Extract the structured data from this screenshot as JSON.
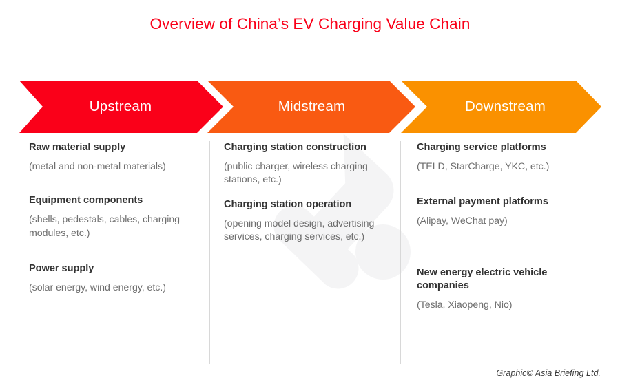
{
  "title": "Overview of China’s EV Charging Value Chain",
  "colors": {
    "title": "#fa0019",
    "upstream": "#fa0019",
    "midstream": "#f95a12",
    "downstream": "#fa9100",
    "heading_text": "#333333",
    "sub_text": "#6e6e6e",
    "divider": "#d8d8d8",
    "watermark": "#f4f4f5",
    "background": "#ffffff"
  },
  "stages": [
    {
      "label": "Upstream",
      "color": "#fa0019",
      "entries": [
        {
          "heading": "Raw material supply",
          "detail": "(metal and non-metal materials)"
        },
        {
          "heading": "Equipment components",
          "detail": "(shells, pedestals, cables, charging modules, etc.)"
        },
        {
          "heading": "Power supply",
          "detail": "(solar energy, wind energy, etc.)"
        }
      ]
    },
    {
      "label": "Midstream",
      "color": "#f95a12",
      "entries": [
        {
          "heading": "Charging station construction",
          "detail": "(public charger, wireless charging stations, etc.)"
        },
        {
          "heading": "Charging station operation",
          "detail": "(opening model design, advertising services, charging services, etc.)"
        }
      ]
    },
    {
      "label": "Downstream",
      "color": "#fa9100",
      "entries": [
        {
          "heading": "Charging service platforms",
          "detail": "(TELD, StarCharge, YKC, etc.)"
        },
        {
          "heading": "External payment platforms",
          "detail": "(Alipay, WeChat pay)"
        },
        {
          "heading": "New energy electric vehicle companies",
          "detail": "(Tesla, Xiaopeng, Nio)"
        }
      ]
    }
  ],
  "credit": "Graphic© Asia Briefing Ltd."
}
